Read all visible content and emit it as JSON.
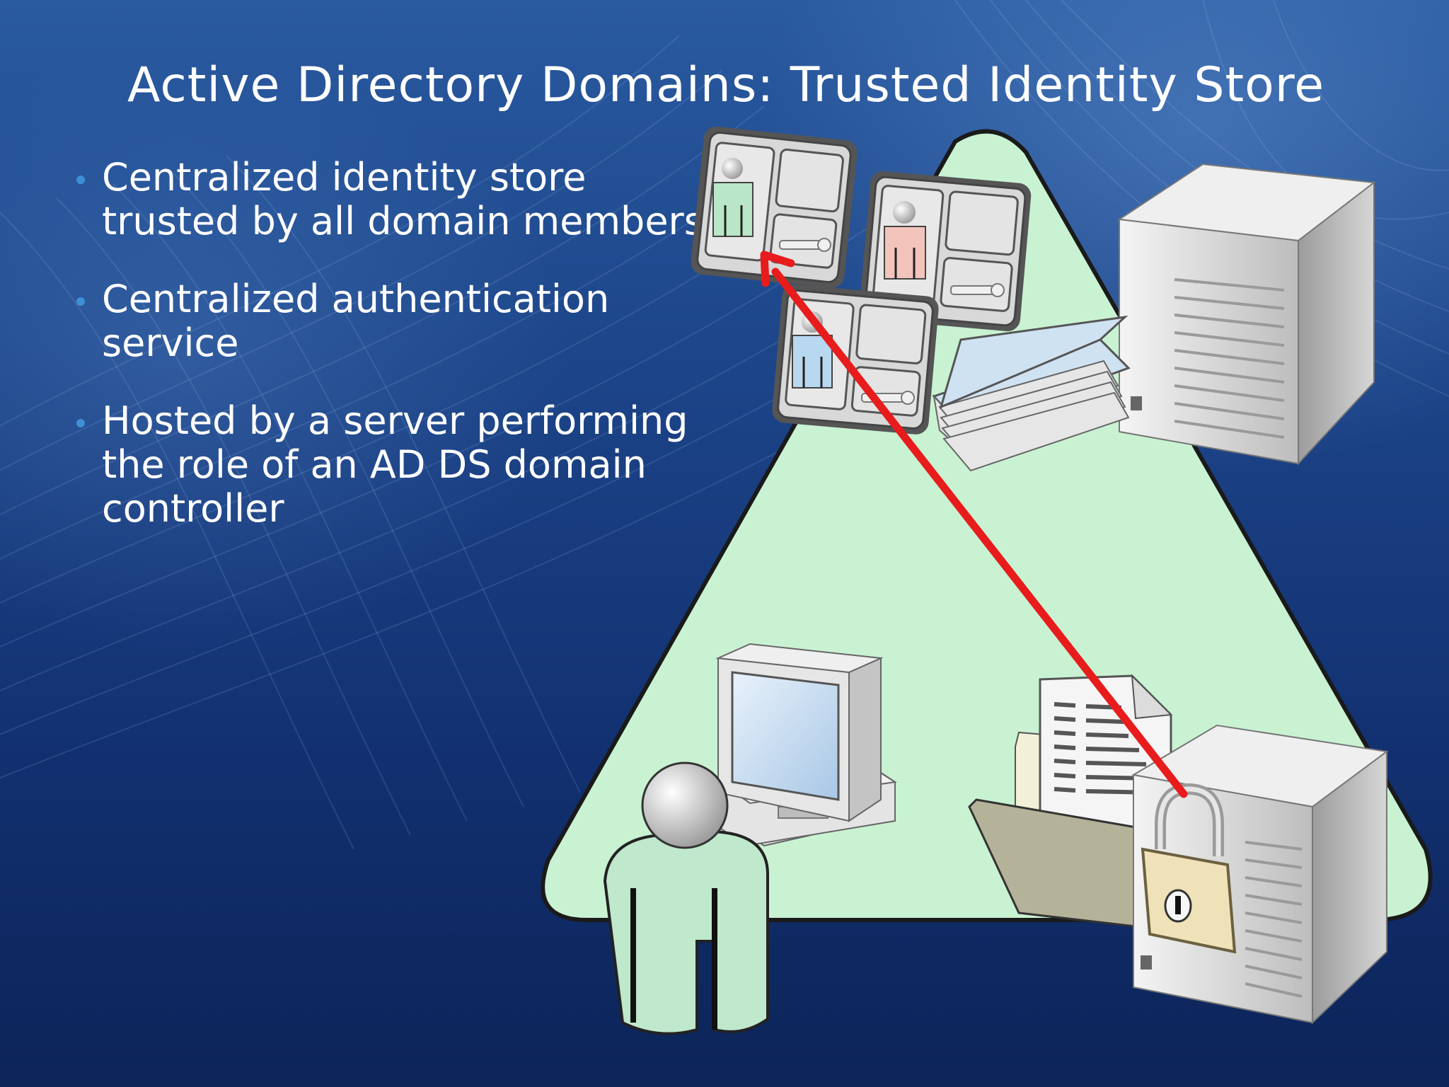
{
  "slide": {
    "title": "Active Directory Domains: Trusted Identity Store",
    "bullets": [
      "Centralized identity store trusted by all domain members",
      "Centralized authentication service",
      "Hosted by a server performing the role of an AD DS domain controller"
    ]
  },
  "diagram": {
    "elements": [
      "domain-triangle",
      "identity-card-green-user",
      "identity-card-pink-user",
      "identity-card-blue-user",
      "directory-binder",
      "domain-controller-server",
      "user-workstation",
      "user-figure",
      "shared-documents-folder",
      "file-server",
      "padlock"
    ],
    "colors": {
      "triangle_fill": "#c9f2d2",
      "arrow": "#e81c1c",
      "user_green": "#b9e6c7",
      "user_pink": "#f2c4bb",
      "user_blue": "#b8d8f0",
      "padlock_body": "#efe2b8"
    },
    "arrow": {
      "from": "padlock",
      "to": "identity-card-green-user"
    }
  }
}
